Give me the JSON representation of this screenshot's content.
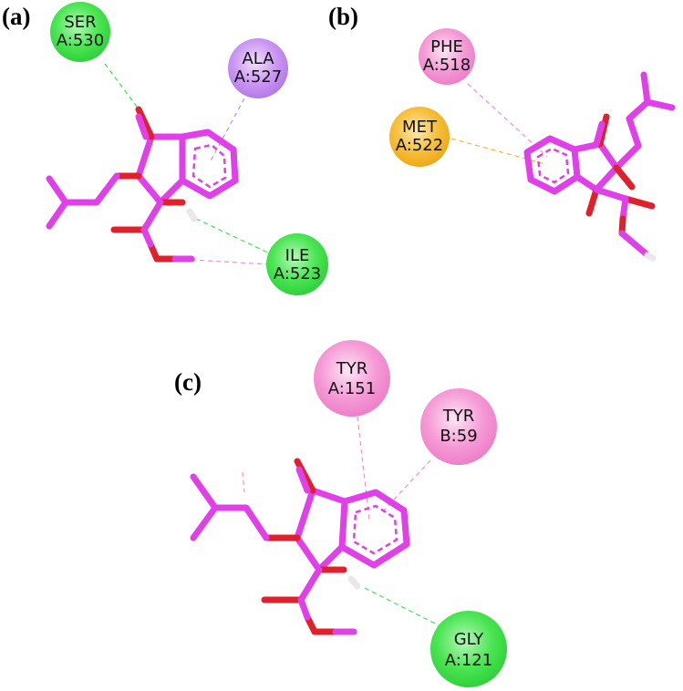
{
  "figure": {
    "panels": [
      {
        "label": "(a)",
        "residues": [
          {
            "name": "SER",
            "id": "A:530",
            "type": "conventional-hydrogen-bond",
            "color": "#3fe14a"
          },
          {
            "name": "ALA",
            "id": "A:527",
            "type": "pi-sigma",
            "color": "#c78ff0"
          },
          {
            "name": "ILE",
            "id": "A:523",
            "type": "conventional-hydrogen-bond",
            "color": "#3fe14a"
          }
        ]
      },
      {
        "label": "(b)",
        "residues": [
          {
            "name": "PHE",
            "id": "A:518",
            "type": "pi-pi",
            "color": "#f28fd2"
          },
          {
            "name": "MET",
            "id": "A:522",
            "type": "pi-sulfur",
            "color": "#f5b82e"
          }
        ]
      },
      {
        "label": "(c)",
        "residues": [
          {
            "name": "TYR",
            "id": "A:151",
            "type": "pi-pi",
            "color": "#f28fd2"
          },
          {
            "name": "TYR",
            "id": "B:59",
            "type": "pi-pi",
            "color": "#f28fd2"
          },
          {
            "name": "GLY",
            "id": "A:121",
            "type": "conventional-hydrogen-bond",
            "color": "#3fe14a"
          }
        ]
      }
    ]
  },
  "colors": {
    "carbon_bond": "#e040e8",
    "oxygen_bond": "#e0202a",
    "hydrogen_bond_line": "#3fe14a",
    "pi_line": "#f28fd2",
    "pi_sigma_line": "#c78ff0",
    "pi_sulfur_line": "#f5b82e"
  }
}
